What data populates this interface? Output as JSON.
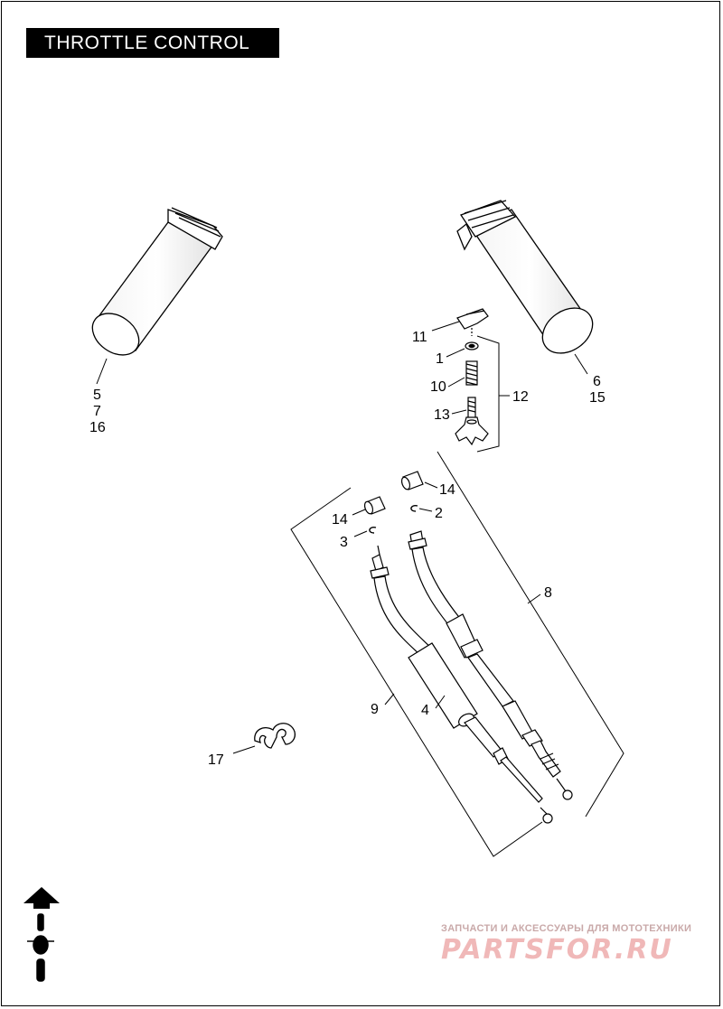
{
  "title": "THROTTLE CONTROL",
  "callouts": [
    {
      "id": "c5",
      "text": "5"
    },
    {
      "id": "c7",
      "text": "7"
    },
    {
      "id": "c16",
      "text": "16"
    },
    {
      "id": "c6",
      "text": "6"
    },
    {
      "id": "c15",
      "text": "15"
    },
    {
      "id": "c11",
      "text": "11"
    },
    {
      "id": "c1",
      "text": "1"
    },
    {
      "id": "c10",
      "text": "10"
    },
    {
      "id": "c13",
      "text": "13"
    },
    {
      "id": "c12",
      "text": "12"
    },
    {
      "id": "c14a",
      "text": "14"
    },
    {
      "id": "c14b",
      "text": "14"
    },
    {
      "id": "c2",
      "text": "2"
    },
    {
      "id": "c3",
      "text": "3"
    },
    {
      "id": "c8",
      "text": "8"
    },
    {
      "id": "c9",
      "text": "9"
    },
    {
      "id": "c4",
      "text": "4"
    },
    {
      "id": "c17",
      "text": "17"
    }
  ],
  "watermark": {
    "tagline": "ЗАПЧАСТИ И АКСЕССУАРЫ ДЛЯ МОТОТЕХНИКИ",
    "brand": "PARTSFOR.RU"
  },
  "icons": [
    "forward-arrow-icon",
    "motorcycle-topview-icon"
  ]
}
